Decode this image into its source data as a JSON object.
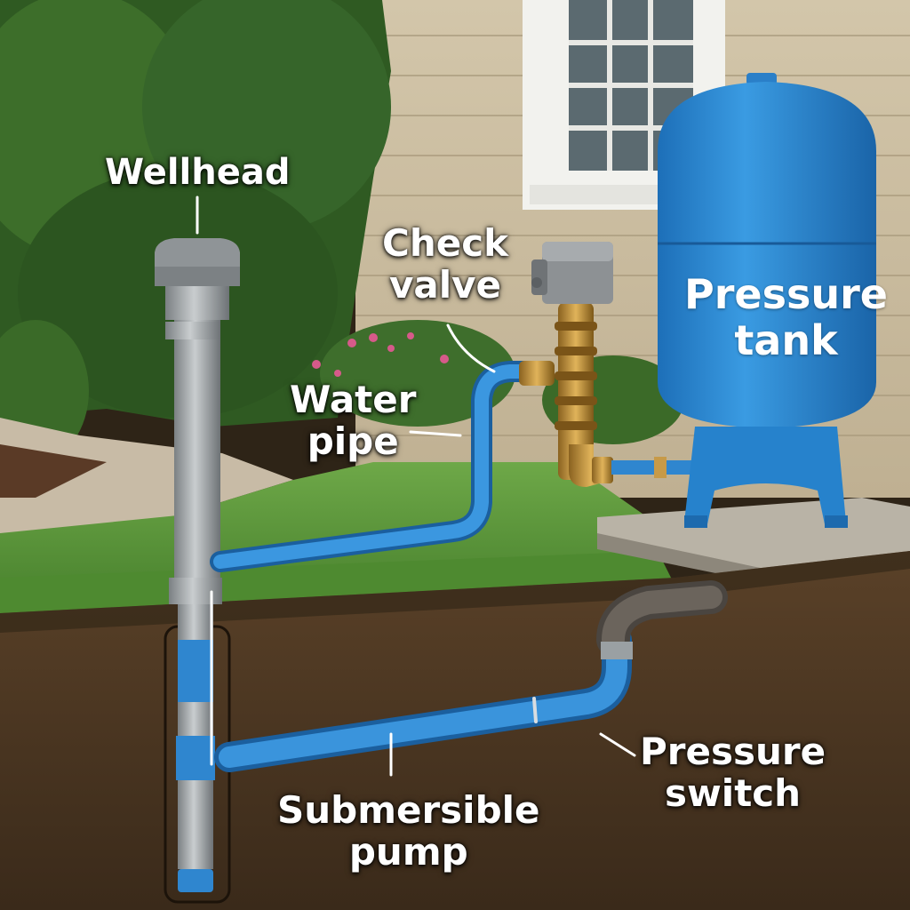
{
  "labels": {
    "wellhead": "Wellhead",
    "check_valve_line1": "Check",
    "check_valve_line2": "valve",
    "water_pipe_line1": "Water",
    "water_pipe_line2": "pipe",
    "pressure_tank_line1": "Pressure",
    "pressure_tank_line2": "tank",
    "pressure_switch_line1": "Pressure",
    "pressure_switch_line2": "switch",
    "submersible_pump_line1": "Submersible",
    "submersible_pump_line2": "pump"
  },
  "colors": {
    "pipe_blue": "#2f86cf",
    "tank_blue": "#2f8fd8",
    "soil": "#4a3522",
    "grass": "#5c9a3a",
    "siding": "#cbbd9f",
    "brass": "#b8893a",
    "steel": "#a8acae",
    "label_text": "#ffffff"
  }
}
